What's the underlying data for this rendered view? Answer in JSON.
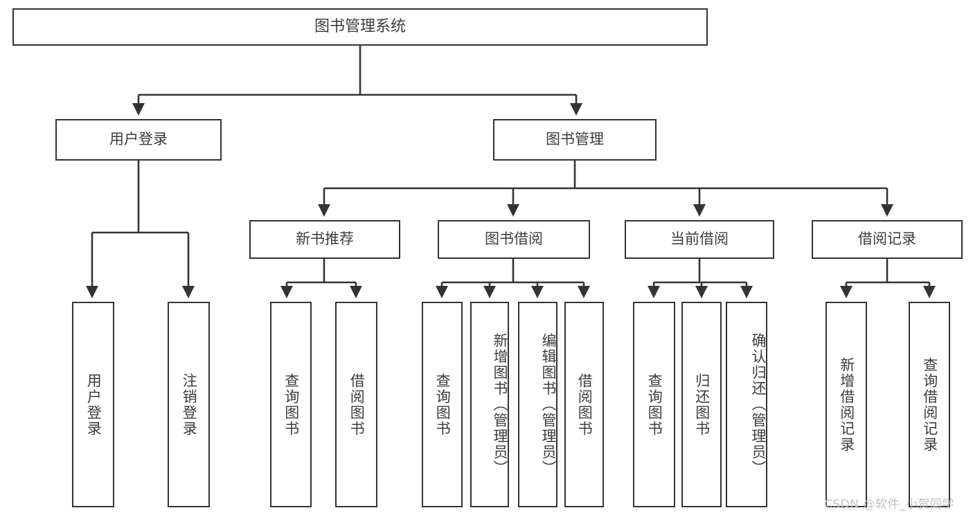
{
  "diagram": {
    "title": "图书管理系统",
    "type": "hierarchy-tree",
    "nodes": {
      "root": {
        "label": "图书管理系统"
      },
      "level1": [
        {
          "id": "user-login",
          "label": "用户登录"
        },
        {
          "id": "book-management",
          "label": "图书管理"
        }
      ],
      "level2": [
        {
          "id": "new-book-recommend",
          "label": "新书推荐"
        },
        {
          "id": "book-borrow",
          "label": "图书借阅"
        },
        {
          "id": "current-borrow",
          "label": "当前借阅"
        },
        {
          "id": "borrow-record",
          "label": "借阅记录"
        }
      ],
      "leaves": [
        {
          "id": "leaf-user-login",
          "label": "用户登录",
          "parent": "user-login"
        },
        {
          "id": "leaf-logout-login",
          "label": "注销登录",
          "parent": "user-login"
        },
        {
          "id": "leaf-query-book-1",
          "label": "查询图书",
          "parent": "new-book-recommend"
        },
        {
          "id": "leaf-borrow-book-1",
          "label": "借阅图书",
          "parent": "new-book-recommend"
        },
        {
          "id": "leaf-query-book-2",
          "label": "查询图书",
          "parent": "book-borrow"
        },
        {
          "id": "leaf-add-book",
          "label": "新增图书（管理员）",
          "parent": "book-borrow"
        },
        {
          "id": "leaf-edit-book",
          "label": "编辑图书（管理员）",
          "parent": "book-borrow"
        },
        {
          "id": "leaf-borrow-book-2",
          "label": "借阅图书",
          "parent": "book-borrow"
        },
        {
          "id": "leaf-query-book-3",
          "label": "查询图书",
          "parent": "current-borrow"
        },
        {
          "id": "leaf-return-book",
          "label": "归还图书",
          "parent": "current-borrow"
        },
        {
          "id": "leaf-confirm-return",
          "label": "确认归还（管理员）",
          "parent": "current-borrow"
        },
        {
          "id": "leaf-add-record",
          "label": "新增借阅记录",
          "parent": "borrow-record"
        },
        {
          "id": "leaf-query-record",
          "label": "查询借阅记录",
          "parent": "borrow-record"
        }
      ]
    },
    "watermark": "CSDN @软件_小贺同学",
    "colors": {
      "stroke": "#333333",
      "fill": "#ffffff",
      "text": "#3c3c3c",
      "watermark": "#c2c2c2"
    }
  }
}
